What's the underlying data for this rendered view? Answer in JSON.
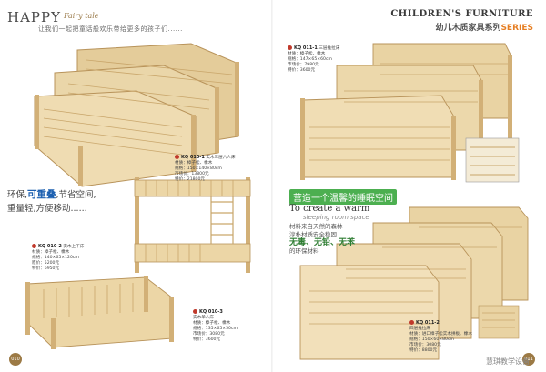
{
  "left_page": {
    "brand_en": "HAPPY",
    "brand_tag": "Fairy tale",
    "slogan": "让我们一起把童话般欢乐带给更多的孩子们......",
    "eco_text": {
      "line1_pre": "环保,",
      "line1_bold": "可重叠",
      "line1_post": ",节省空间,",
      "line2": "重量轻,方便移动......"
    },
    "products": [
      {
        "code": "KQ 010-1",
        "name": "实木三层六人床",
        "material": "材质：樟子松、橡木",
        "size": "规格：150×140×80cm",
        "price1": "市场价：13800元",
        "price2": "特价：21800元"
      },
      {
        "code": "KQ 010-2",
        "name": "实木上下床",
        "material": "材质：樟子松、橡木",
        "size": "规格：140×65×120cm",
        "price1": "原价：5200元",
        "price2": "特价：6950元"
      },
      {
        "code": "KQ 010-3",
        "name": "实木单人床",
        "material": "材质：樟子松、橡木",
        "size": "规格：135×65×50cm",
        "price1": "市场价：3080元",
        "price2": "特价：3600元"
      }
    ],
    "page_number": "010"
  },
  "right_page": {
    "series_en": "CHILDREN'S FURNITURE",
    "series_cn": "幼儿木质家具系列",
    "series_tag": "SERIES",
    "products": [
      {
        "code": "KQ 011-1",
        "name": "三层推拉床",
        "material": "材质：樟子松、橡木",
        "size": "规格：147×65×60cm",
        "price1": "市场价：7980元",
        "price2": "特价：3600元"
      },
      {
        "code": "KQ 011-2",
        "name": "四层推拉床",
        "material": "材质：进口樟子松实木拼板、橡木",
        "size": "规格：150×60×80cm",
        "price1": "市场价：3080元",
        "price2": "特价：8800元"
      }
    ],
    "banner_cn": "营造一个温馨的睡眠空间",
    "banner_en1": "To create a warm",
    "banner_en2": "sleeping room space",
    "banner_desc1": "材料来自天然的森林",
    "banner_desc2": "淳朴材质安全稳固",
    "banner_desc3_bold": "无毒、无铅、无苯",
    "banner_desc4": "的环保材料",
    "page_number": "011",
    "watermark": "慧琪教学设备"
  },
  "colors": {
    "wood_light": "#e9d3a3",
    "wood_mid": "#d8b97c",
    "wood_dark": "#b8935a",
    "accent_blue": "#1b5fb0",
    "accent_orange": "#e67e22",
    "accent_green": "#4caf50"
  }
}
